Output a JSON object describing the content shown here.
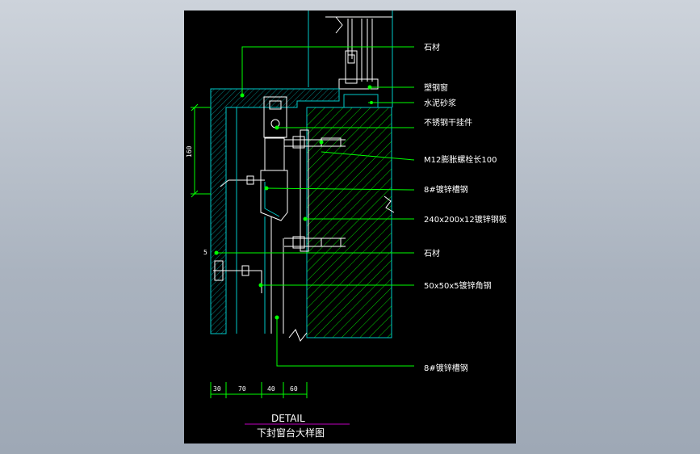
{
  "labels": {
    "stone_top": "石材",
    "plastic_steel_window": "塑钢窗",
    "cement_mortar": "水泥砂浆",
    "stainless_hanger": "不锈钢干挂件",
    "expansion_bolt": "M12膨胀螺栓长100",
    "channel_steel_8": "8#镀锌槽钢",
    "steel_plate": "240x200x12镀锌钢板",
    "stone_mid": "石材",
    "angle_steel": "50x50x5镀锌角钢",
    "channel_steel_8_bottom": "8#镀锌槽钢"
  },
  "dimensions": {
    "vertical_160": "160",
    "small_5": "5",
    "bottom": [
      "30",
      "70",
      "40",
      "60"
    ]
  },
  "title": {
    "detail": "DETAIL",
    "caption": "下封窗台大样图"
  },
  "colors": {
    "background": "#000000",
    "wall_hatch": "#00ff00",
    "leader": "#00ff00",
    "outline": "#00c8c8",
    "text": "#ffffff",
    "underline": "#c000c0"
  }
}
